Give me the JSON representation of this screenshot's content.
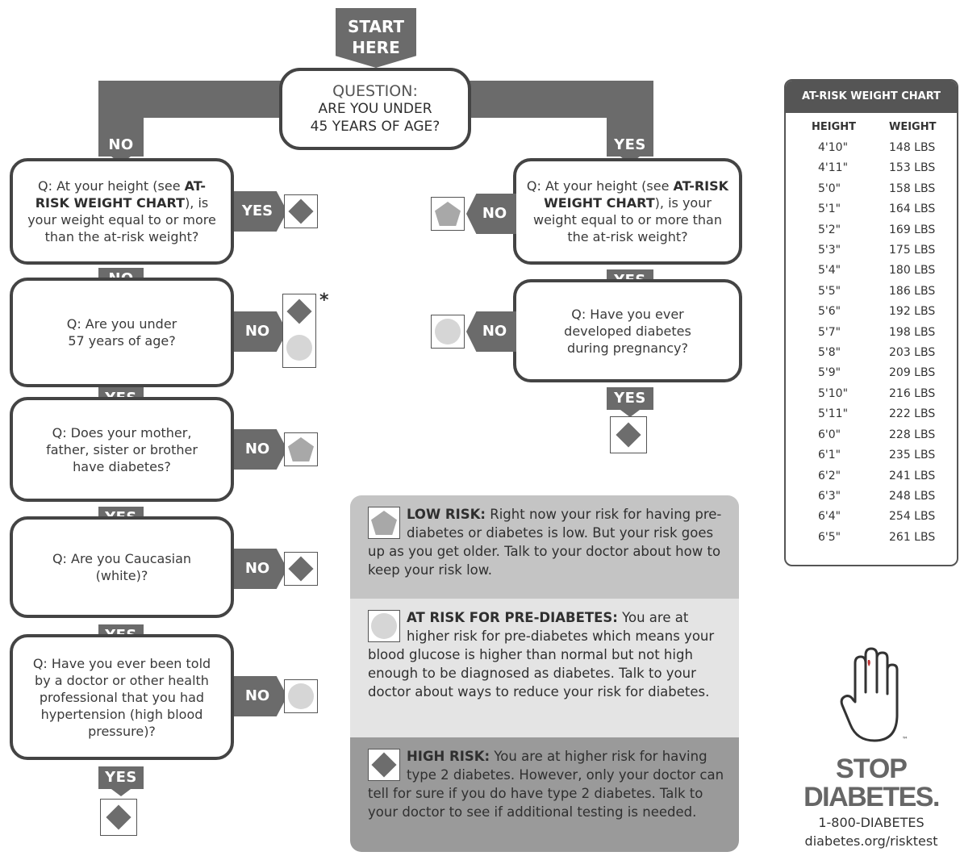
{
  "start": {
    "line1": "START",
    "line2": "HERE"
  },
  "top_question": {
    "label": "QUESTION:",
    "line1": "ARE YOU UNDER",
    "line2": "45 YEARS OF AGE?"
  },
  "labels": {
    "no": "NO",
    "yes": "YES"
  },
  "left_questions": [
    {
      "pre": "Q: At your height (see ",
      "bold": "AT-RISK WEIGHT CHART",
      "post": "), is your weight equal to or more than the at-risk weight?"
    },
    {
      "text": "Q: Are you under 57 years of age?"
    },
    {
      "text": "Q: Does your mother, father, sister or brother have diabetes?"
    },
    {
      "text": "Q: Are you Caucasian (white)?"
    },
    {
      "text": "Q: Have you ever been told by a doctor or other health professional that you had hypertension (high blood pressure)?"
    }
  ],
  "right_questions": [
    {
      "pre": "Q: At your height (see ",
      "bold": "AT-RISK WEIGHT CHART",
      "post": "), is your weight equal to or more than the at-risk weight?"
    },
    {
      "text": "Q: Have you ever developed diabetes during pregnancy?"
    }
  ],
  "asterisk": "*",
  "legend": [
    {
      "icon": "pentagon-icon",
      "title": "LOW RISK:",
      "text": " Right now your risk for having pre-diabetes or diabetes is low. But your risk goes up as you get older. Talk to your doctor about how to keep your risk low.",
      "bg": "#c4c4c4"
    },
    {
      "icon": "circle-icon",
      "title": "AT RISK FOR PRE-DIABETES:",
      "text": " You are at higher risk for pre-diabetes which means your blood glucose is higher than normal but not high enough to be diagnosed as diabetes. Talk to your doctor about ways to reduce your risk for diabetes.",
      "bg": "#e4e4e4"
    },
    {
      "icon": "diamond-icon",
      "title": "HIGH RISK:",
      "text": " You are at higher risk for having type 2 diabetes. However, only your doctor can tell for sure if you do have type 2 diabetes. Talk to your doctor to see if additional testing is needed.",
      "bg": "#9a9a9a"
    }
  ],
  "weight_chart": {
    "title": "AT-RISK WEIGHT CHART",
    "headers": [
      "HEIGHT",
      "WEIGHT"
    ],
    "rows": [
      [
        "4'10\"",
        "148 LBS"
      ],
      [
        "4'11\"",
        "153 LBS"
      ],
      [
        "5'0\"",
        "158 LBS"
      ],
      [
        "5'1\"",
        "164 LBS"
      ],
      [
        "5'2\"",
        "169 LBS"
      ],
      [
        "5'3\"",
        "175 LBS"
      ],
      [
        "5'4\"",
        "180 LBS"
      ],
      [
        "5'5\"",
        "186 LBS"
      ],
      [
        "5'6\"",
        "192 LBS"
      ],
      [
        "5'7\"",
        "198 LBS"
      ],
      [
        "5'8\"",
        "203 LBS"
      ],
      [
        "5'9\"",
        "209 LBS"
      ],
      [
        "5'10\"",
        "216 LBS"
      ],
      [
        "5'11\"",
        "222 LBS"
      ],
      [
        "6'0\"",
        "228 LBS"
      ],
      [
        "6'1\"",
        "235 LBS"
      ],
      [
        "6'2\"",
        "241 LBS"
      ],
      [
        "6'3\"",
        "248 LBS"
      ],
      [
        "6'4\"",
        "254 LBS"
      ],
      [
        "6'5\"",
        "261 LBS"
      ]
    ]
  },
  "brand": {
    "tm": "™",
    "line1": "STOP",
    "line2": "DIABETES.",
    "phone": "1-800-DIABETES",
    "url": "diabetes.org/risktest"
  },
  "colors": {
    "dark": "#6b6b6b",
    "border": "#444444",
    "diamond": "#6d6d6d",
    "circle": "#d6d6d6",
    "pentagon": "#a8a8a8"
  }
}
